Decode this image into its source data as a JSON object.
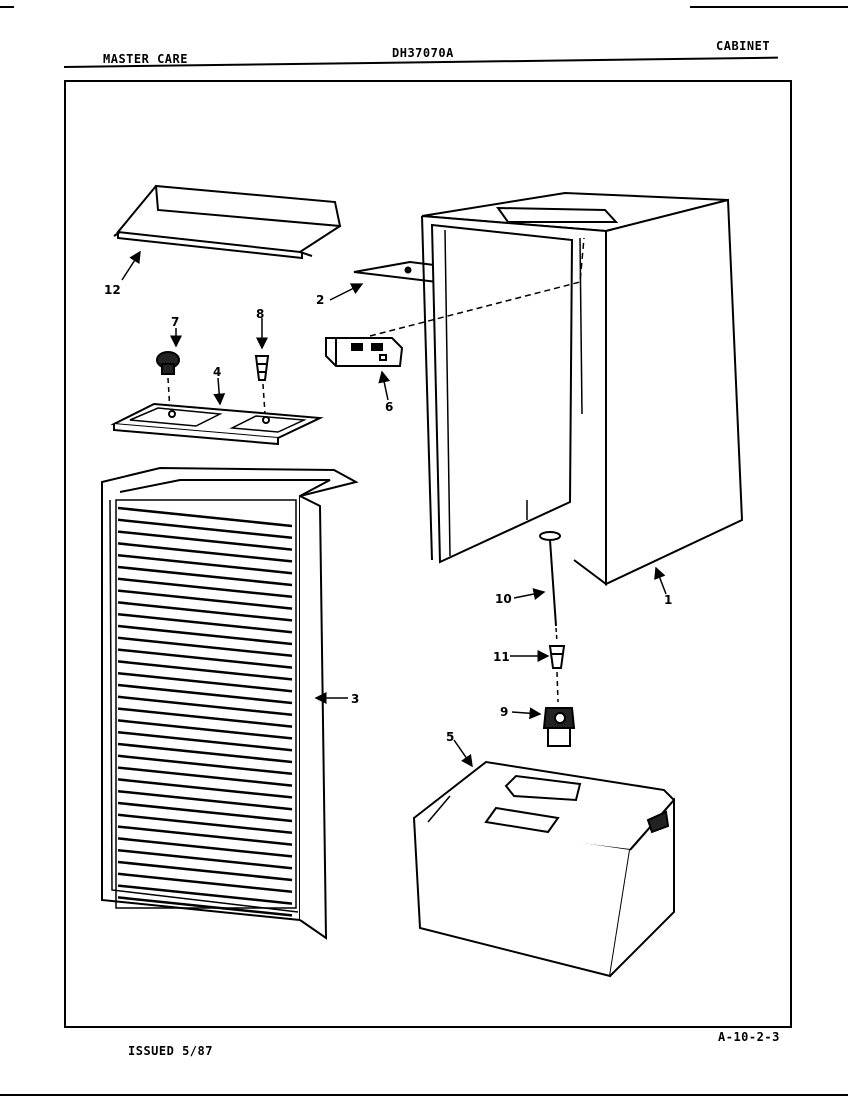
{
  "header": {
    "brand": "MASTER CARE",
    "model": "DH37070A",
    "section": "CABINET"
  },
  "footer": {
    "issued": "ISSUED 5/87",
    "page_code": "A-10-2-3"
  },
  "callouts": {
    "c1": "1",
    "c2": "2",
    "c3": "3",
    "c4": "4",
    "c5": "5",
    "c6": "6",
    "c7": "7",
    "c8": "8",
    "c9": "9",
    "c10": "10",
    "c11": "11",
    "c12": "12"
  }
}
